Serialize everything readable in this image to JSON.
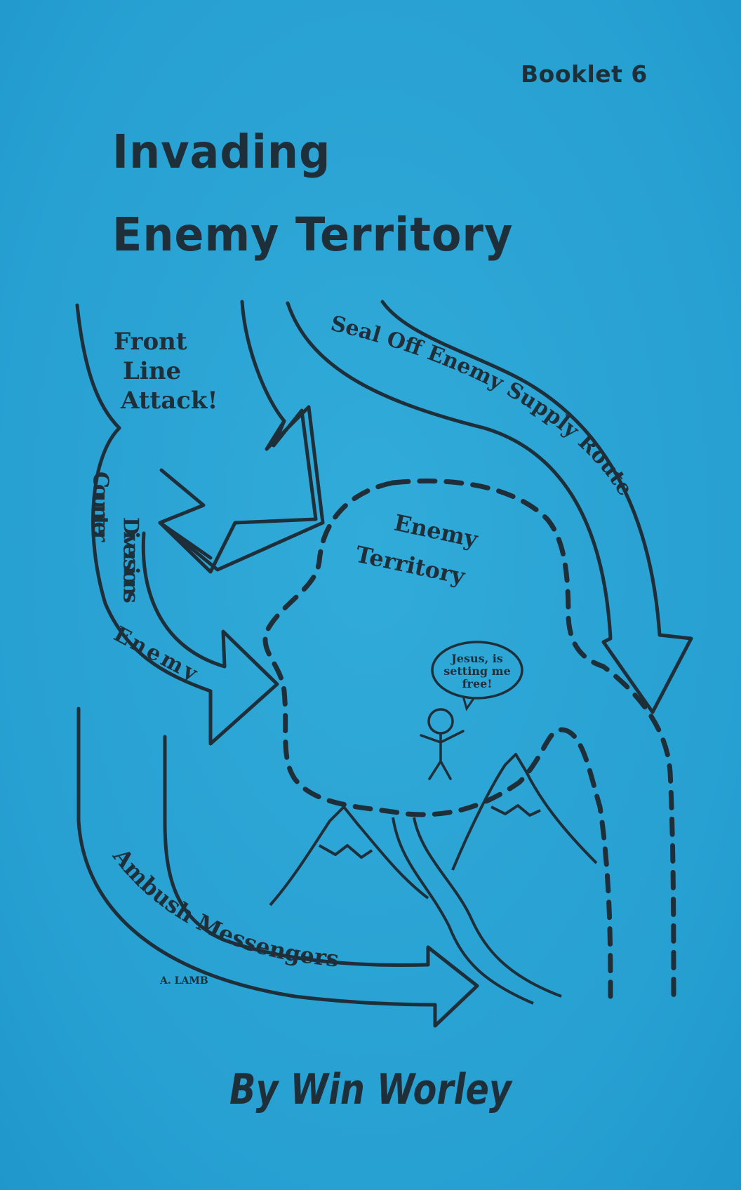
{
  "cover": {
    "booklet_label": "Booklet 6",
    "title_line1": "Invading",
    "title_line2": "Enemy Territory",
    "author": "By Win Worley",
    "artist_signature": "A. LAMB"
  },
  "diagram": {
    "front_line_1": "Front",
    "front_line_2": "Line",
    "front_line_3": "Attack!",
    "supply_route": "Seal Off Enemy Supply Route",
    "enemy_territory_1": "Enemy",
    "enemy_territory_2": "Territory",
    "counter_enemy_word1": "Counter",
    "counter_enemy_word2": "Enemy",
    "diversions": "Diversions",
    "ambush": "Ambush Messengers",
    "speech_line1": "Jesus, is",
    "speech_line2": "setting me",
    "speech_line3": "free!"
  },
  "colors": {
    "background": "#2aa3d4",
    "ink": "#1f2f3a"
  }
}
